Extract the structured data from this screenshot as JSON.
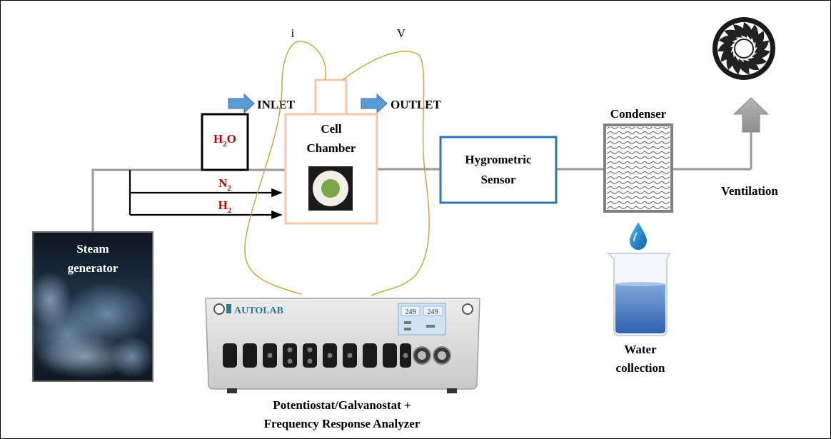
{
  "labels": {
    "current": "i",
    "voltage": "V",
    "inlet": "INLET",
    "outlet": "OUTLET",
    "water": {
      "main": "H",
      "sub": "2",
      "tail": "O"
    },
    "nitrogen": {
      "main": "N",
      "sub": "2"
    },
    "hydrogen": {
      "main": "H",
      "sub": "2"
    },
    "cell_line1": "Cell",
    "cell_line2": "Chamber",
    "sensor_line1": "Hygrometric",
    "sensor_line2": "Sensor",
    "condenser": "Condenser",
    "ventilation": "Ventilation",
    "steam_line1": "Steam",
    "steam_line2": "generator",
    "water_line1": "Water",
    "water_line2": "collection",
    "instrument_line1": "Potentiostat/Galvanostat +",
    "instrument_line2": "Frequency Response Analyzer",
    "instrument_brand": "AUTOLAB",
    "display_reading": "249"
  },
  "colors": {
    "pipe": "#999999",
    "gas_text": "#c00000",
    "cell_border": "#f4c7a8",
    "sensor_border": "#2e75b6",
    "arrow_blue": "#5b9bd5",
    "wire": "#c8a232",
    "vent_arrow": "#a6a6a6"
  }
}
